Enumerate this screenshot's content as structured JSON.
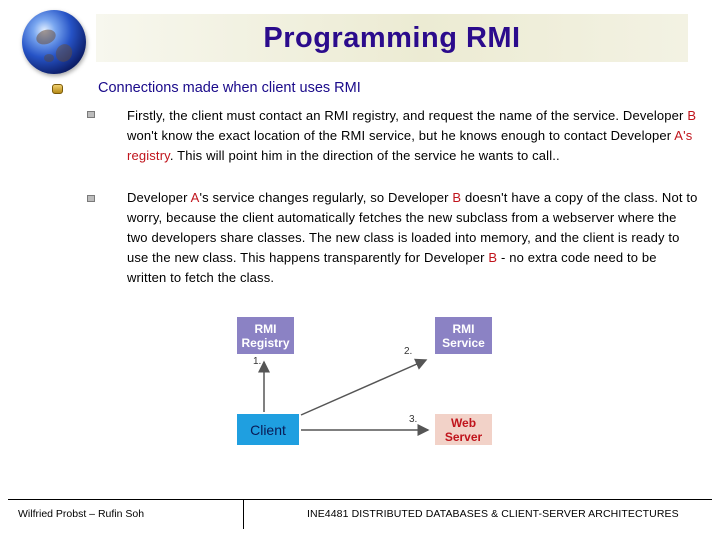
{
  "slide": {
    "title": "Programming RMI",
    "heading": "Connections made when client uses RMI",
    "paragraphs": [
      {
        "segments": [
          {
            "text": "Firstly, the client must contact an RMI registry, and request the name of the service. Developer ",
            "red": false
          },
          {
            "text": "B",
            "red": true
          },
          {
            "text": " won't know the exact location of the RMI service, but he knows enough to contact Developer ",
            "red": false
          },
          {
            "text": "A's registry",
            "red": true
          },
          {
            "text": ". This will point him in the direction of the service he wants to call..",
            "red": false
          }
        ]
      },
      {
        "segments": [
          {
            "text": "Developer ",
            "red": false
          },
          {
            "text": "A",
            "red": true
          },
          {
            "text": "'s service changes regularly, so Developer ",
            "red": false
          },
          {
            "text": "B",
            "red": true
          },
          {
            "text": " doesn't have a copy of the class. Not to worry, because the client automatically fetches the new subclass from a webserver where the two developers share classes. The new class is loaded into memory, and the client is ready to use the new class. This happens transparently for Developer ",
            "red": false
          },
          {
            "text": "B",
            "red": true
          },
          {
            "text": " - no extra code need to be written to fetch the class.",
            "red": false
          }
        ]
      }
    ]
  },
  "diagram": {
    "registry_line1": "RMI",
    "registry_line2": "Registry",
    "service_line1": "RMI",
    "service_line2": "Service",
    "client_label": "Client",
    "web_line1": "Web",
    "web_line2": "Server",
    "step1": "1.",
    "step2": "2.",
    "step3": "3."
  },
  "footer": {
    "left": "Wilfried Probst – Rufin Soh",
    "right": "INE4481 DISTRIBUTED DATABASES & CLIENT-SERVER ARCHITECTURES"
  },
  "colors": {
    "title": "#2b0b8c",
    "heading": "#1a0a8a",
    "highlight": "#c0141c",
    "rmi_box": "#8b82c4",
    "client_box": "#1f9fe0",
    "web_box": "#f2d2c8"
  }
}
